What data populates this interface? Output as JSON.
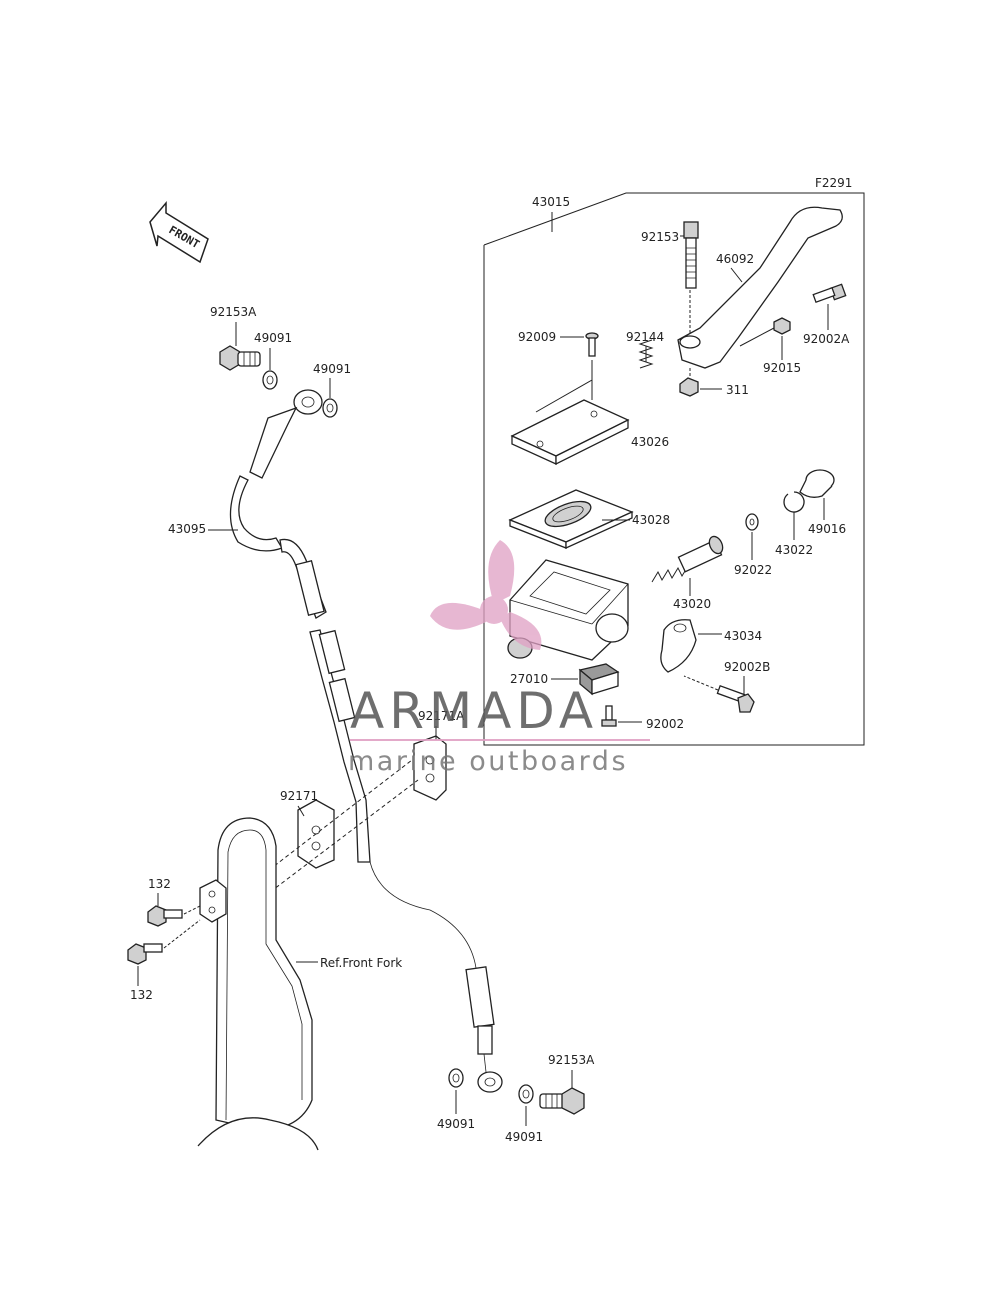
{
  "diagram": {
    "code": "F2291",
    "direction_label": "FRONT",
    "reference_label": "Ref.Front Fork",
    "parts": {
      "p43015": "43015",
      "p92153": "92153",
      "p46092": "46092",
      "p92002A": "92002A",
      "p92009": "92009",
      "p92144": "92144",
      "p92015": "92015",
      "p311": "311",
      "p43026": "43026",
      "p43028": "43028",
      "p49016": "49016",
      "p43022": "43022",
      "p92022": "92022",
      "p43020": "43020",
      "p43034": "43034",
      "p92002B": "92002B",
      "p27010": "27010",
      "p92002": "92002",
      "p92153A_top": "92153A",
      "p49091_a": "49091",
      "p49091_b": "49091",
      "p43095": "43095",
      "p92171A": "92171A",
      "p92171": "92171",
      "p132_a": "132",
      "p132_b": "132",
      "p92153A_bottom": "92153A",
      "p49091_c": "49091",
      "p49091_d": "49091"
    }
  },
  "watermark": {
    "brand": "ARMADA",
    "tagline": "marine outboards",
    "color_pink": "#e0a0c4"
  }
}
